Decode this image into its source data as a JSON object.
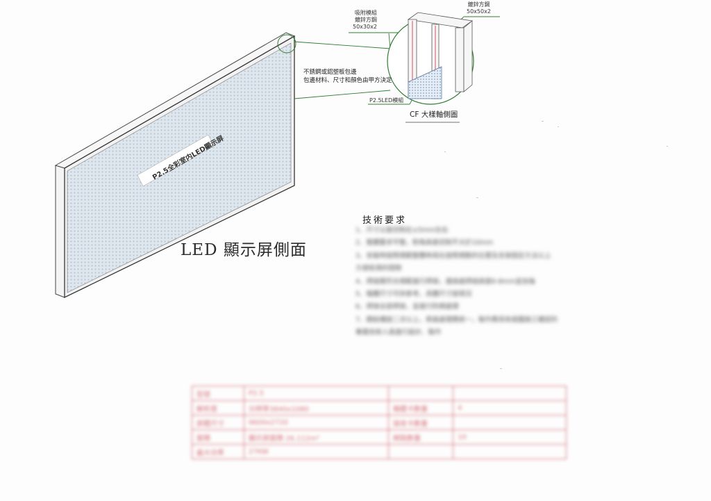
{
  "panel_label": "P2.5全彩室内LED顯示屏",
  "side_view_title": "LED 顯示屏側面",
  "edge_note": [
    "不銹鋼或鋁塑板包邊",
    "包邊材料、尺寸和顏色由甲方決定"
  ],
  "detail": {
    "title": "CF 大樣軸側圖",
    "module_label": "P2.5LED模組",
    "tube_right": [
      "鍍鋅方鋼",
      "50x50x2"
    ],
    "tube_left": [
      "吸附模組",
      "鍍鋅方鋼",
      "50x30x2"
    ]
  },
  "tech": {
    "heading": "技術要求",
    "items": [
      "1、尺寸公差控制在±5mm左右",
      "2、整體要求平整，對角高差控制不大於10mm",
      "3、安裝時按照規範整體佈局在按照規劃的位置及支架固定方法以上",
      "   方便檢測的間隙",
      "4、焊縫需符合規範進行焊接，連接處焊縫高度6-8mm並加強",
      "5、箱體尺寸可供參考，具體尺寸按現況",
      "6、焊接全部焊接，並進行防銹處理",
      "7、鋼結構按二次以上，表面處理應統一，製作應具有按圖施工確認的",
      "   專業技術人員進行設計、製作"
    ]
  },
  "spec_table": {
    "rows": [
      [
        "型號",
        "P2.5",
        "",
        ""
      ],
      [
        "解析度",
        "分辨率3840x1080",
        "箱體卡數量",
        "4"
      ],
      [
        "屏體尺寸",
        "9600x2720",
        "接收卡數量",
        ""
      ],
      [
        "面積",
        "顯示屏面積 26.112m²",
        "網路數量",
        "10"
      ],
      [
        "最大功率",
        "27KW",
        "",
        ""
      ]
    ]
  }
}
